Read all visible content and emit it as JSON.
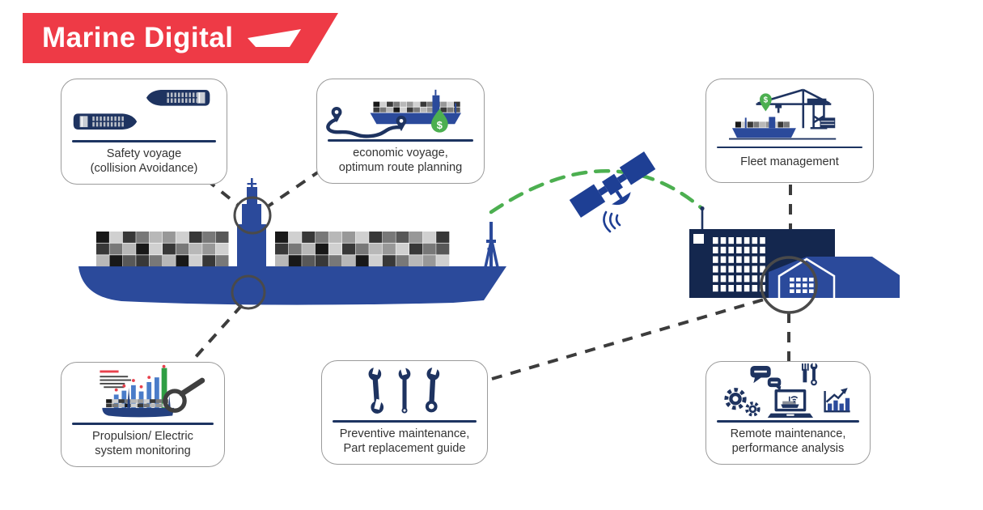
{
  "logo": {
    "text": "Marine Digital"
  },
  "glyphs": {
    "dollar": "$"
  },
  "colors": {
    "brand_red": "#EE3A46",
    "navy": "#1E3360",
    "royal_blue": "#2B4A9B",
    "building_navy": "#14274E",
    "green": "#4CAF50",
    "connector_gray": "#3C3C3C",
    "card_border": "#9B9B9B",
    "text": "#333333",
    "bar_blue": "#4A7CC9",
    "bar_green": "#2F9E44",
    "alert_red": "#E8414D"
  },
  "cards": [
    {
      "name": "safety-voyage",
      "icon": "ships-top-view-icon",
      "lines": [
        "Safety voyage",
        "(collision Avoidance)"
      ]
    },
    {
      "name": "economic-voyage",
      "icon": "ship-route-dollar-icon",
      "lines": [
        "economic voyage,",
        "optimum route planning"
      ]
    },
    {
      "name": "fleet-management",
      "icon": "port-crane-dollar-pin-icon",
      "lines": [
        "Fleet management"
      ]
    },
    {
      "name": "propulsion-monitoring",
      "icon": "bar-chart-magnifier-icon",
      "lines": [
        "Propulsion/ Electric",
        "system monitoring"
      ]
    },
    {
      "name": "preventive-maintenance",
      "icon": "three-wrenches-icon",
      "lines": [
        "Preventive maintenance,",
        "Part replacement guide"
      ]
    },
    {
      "name": "remote-maintenance",
      "icon": "gears-laptop-chart-icon",
      "lines": [
        "Remote maintenance,",
        "performance analysis"
      ]
    }
  ],
  "scene": {
    "ship": "container-ship",
    "satellite": "communication-satellite",
    "shore": "operations-center-and-warehouse",
    "link_color_satellite": "#4CAF50",
    "link_color_cards": "#3C3C3C"
  }
}
